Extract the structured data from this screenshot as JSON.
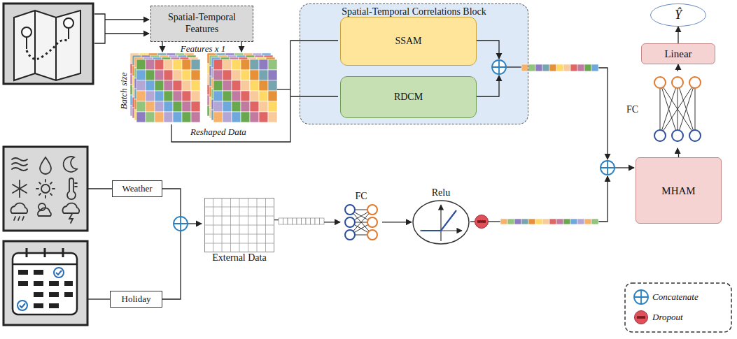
{
  "diagram": {
    "nodes": [
      {
        "text": [
          "Spatial-Temporal Features"
        ]
      },
      {
        "text": [
          "Spatial-Temporal Correlations Block"
        ]
      },
      {
        "text": [
          "SSAM"
        ],
        "in": 1
      },
      {
        "text": [
          "RDCM"
        ],
        "in": 1
      },
      {
        "text": [
          "Ŷ"
        ]
      },
      {
        "text": [
          "Linear"
        ]
      },
      {
        "text": [
          "FC"
        ]
      },
      {
        "text": [
          "MHAM"
        ]
      },
      {
        "text": [
          "Weather"
        ]
      },
      {
        "text": [
          "Holiday"
        ]
      },
      {
        "text": [
          "External Data"
        ]
      },
      {
        "text": [
          "FC"
        ]
      },
      {
        "text": [
          "Relu"
        ]
      }
    ],
    "edges": [
      {
        "from": 10,
        "to": 11,
        "arrow": "to"
      },
      {
        "from": 11,
        "to": 12,
        "arrow": "to"
      },
      {
        "from": 7,
        "to": 6,
        "arrow": "to"
      },
      {
        "from": 6,
        "to": 5,
        "arrow": "to"
      },
      {
        "from": 5,
        "to": 4,
        "arrow": "to"
      }
    ],
    "labels": [
      "Features x 1",
      "Batch size",
      "Reshaped Data"
    ],
    "legend": [
      {
        "text": "Concatenate"
      },
      {
        "text": "Dropout"
      }
    ]
  }
}
